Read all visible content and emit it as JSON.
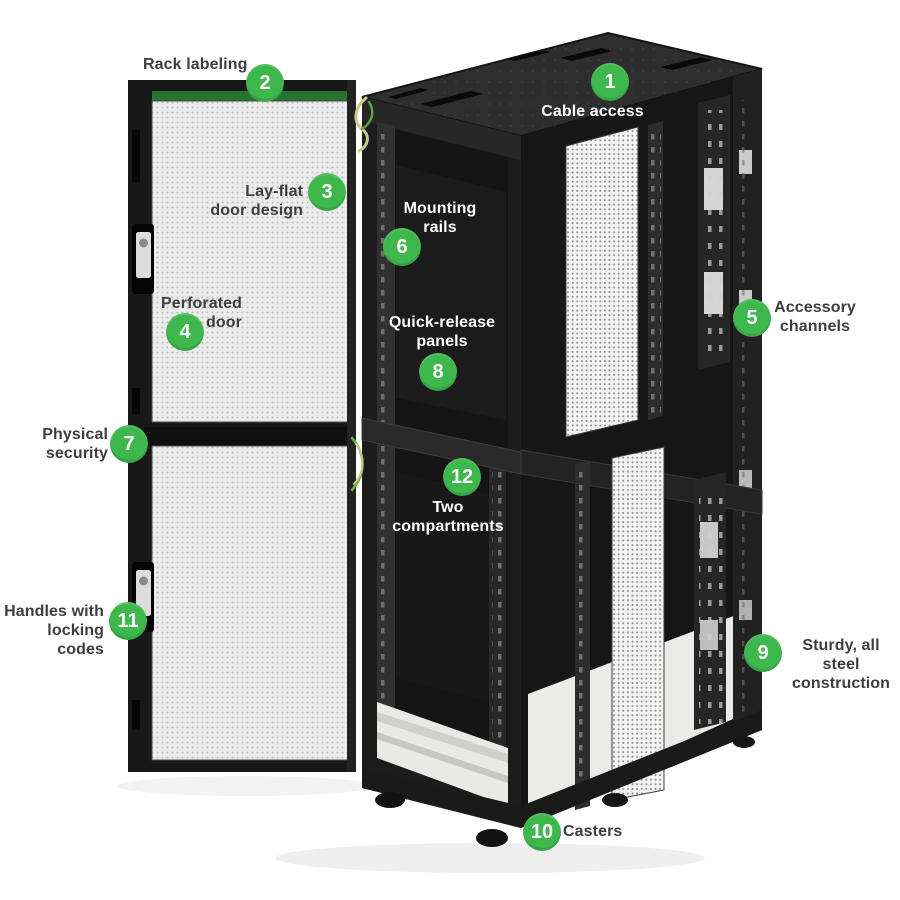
{
  "title": "Server rack feature callout diagram",
  "colors": {
    "background": "#ffffff",
    "accent_green": "#3eb74d",
    "label_dark": "#3e3e3e",
    "label_light": "#ffffff",
    "door_strip_green": "#26742f"
  },
  "callouts": [
    {
      "number": "1",
      "lines": [
        "Cable access"
      ]
    },
    {
      "number": "2",
      "lines": [
        "Rack labeling"
      ]
    },
    {
      "number": "3",
      "lines": [
        "Lay-flat",
        "door design"
      ]
    },
    {
      "number": "4",
      "lines": [
        "Perforated",
        "door"
      ]
    },
    {
      "number": "5",
      "lines": [
        "Accessory",
        "channels"
      ]
    },
    {
      "number": "6",
      "lines": [
        "Mounting",
        "rails"
      ]
    },
    {
      "number": "7",
      "lines": [
        "Physical",
        "security"
      ]
    },
    {
      "number": "8",
      "lines": [
        "Quick-release",
        "panels"
      ]
    },
    {
      "number": "9",
      "lines": [
        "Sturdy, all steel",
        "construction"
      ]
    },
    {
      "number": "10",
      "lines": [
        "Casters"
      ]
    },
    {
      "number": "11",
      "lines": [
        "Handles with",
        "locking codes"
      ]
    },
    {
      "number": "12",
      "lines": [
        "Two",
        "compartments"
      ]
    }
  ]
}
